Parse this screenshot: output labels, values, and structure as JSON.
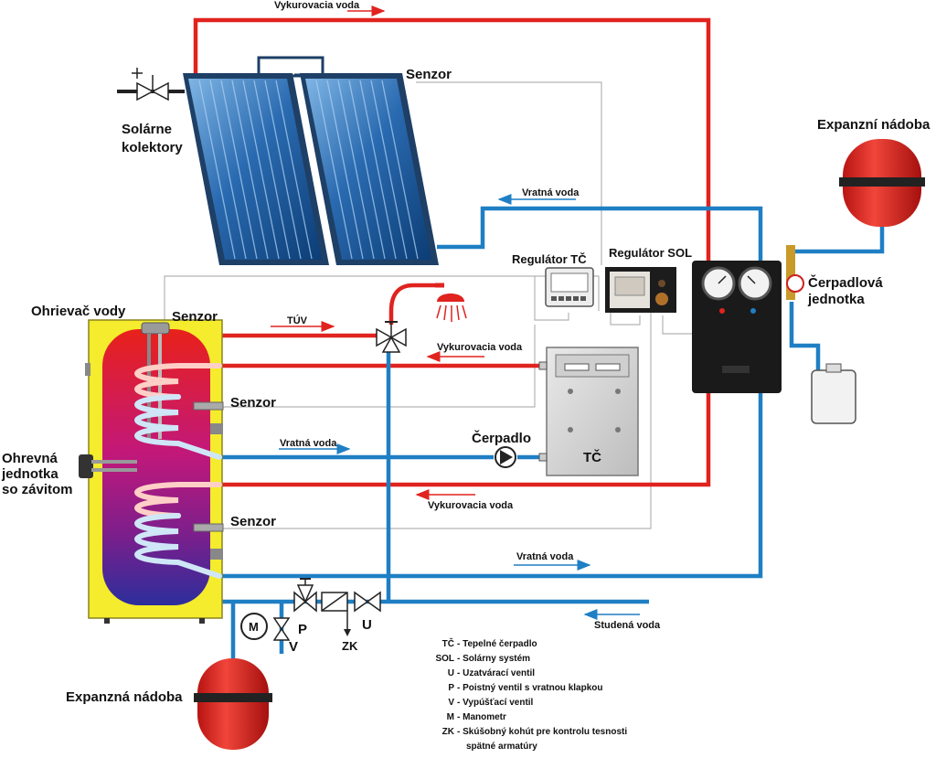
{
  "labels": {
    "heating_water_top": "Vykurovacia voda",
    "sensor_collector": "Senzor",
    "solar_collectors_1": "Solárne",
    "solar_collectors_2": "kolektory",
    "return_water_top": "Vratná voda",
    "expansion_tank_right_1": "Expanzní nádoba",
    "regulator_tc": "Regulátor TČ",
    "regulator_sol": "Regulátor SOL",
    "pump_unit_1": "Čerpadlová",
    "pump_unit_2": "jednotka",
    "water_heater": "Ohrievač vody",
    "sensor_top": "Senzor",
    "tuv": "TÚV",
    "heating_water_mid": "Vykurovacia voda",
    "sensor_mid": "Senzor",
    "heating_unit_1": "Ohrevná",
    "heating_unit_2": "jednotka",
    "heating_unit_3": "so závitom",
    "return_water_mid": "Vratná voda",
    "pump": "Čerpadlo",
    "tc_unit": "TČ",
    "heating_water_low": "Vykurovacia voda",
    "sensor_low": "Senzor",
    "return_water_low": "Vratná voda",
    "cold_water": "Studená voda",
    "m_symbol": "M",
    "p_symbol": "P",
    "u_symbol": "U",
    "v_symbol": "V",
    "zk_symbol": "ZK",
    "expansion_tank_left": "Expanzná nádoba"
  },
  "legend": [
    {
      "key": "TČ",
      "text": "- Tepelné čerpadlo"
    },
    {
      "key": "SOL",
      "text": "- Solárny systém"
    },
    {
      "key": "U",
      "text": "- Uzatvárací ventil"
    },
    {
      "key": "P",
      "text": "- Poistný ventil s vratnou klapkou"
    },
    {
      "key": "V",
      "text": "- Vypúšťací ventil"
    },
    {
      "key": "M",
      "text": "- Manometr"
    },
    {
      "key": "ZK",
      "text": "- Skúšobný kohút pre kontrolu tesnosti"
    },
    {
      "key": "",
      "text": "spätné armatúry"
    }
  ],
  "colors": {
    "hot": "#e0231f",
    "cold": "#1f7fc4",
    "sensor_line": "#b3b3b3",
    "tank_yellow": "#f4ec2c",
    "collector_blue": "#1f5c98",
    "device_grey": "#d5d5d5"
  }
}
